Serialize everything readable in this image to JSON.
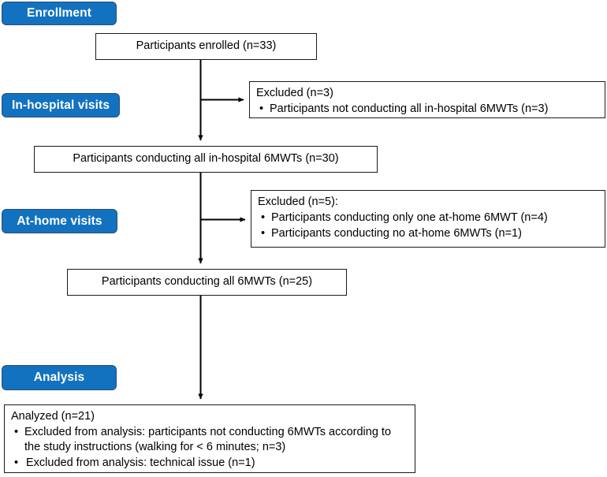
{
  "figure": {
    "type": "flowchart",
    "title": "Participant flow diagram",
    "accent_color": "#1272BF",
    "badge_border_color": "#2C4F78",
    "box_border_color": "#1a1a1a",
    "background_color": "#ffffff",
    "arrow_color": "#000000"
  },
  "stages": [
    {
      "label": "Enrollment"
    },
    {
      "label": "In-hospital visits"
    },
    {
      "label": "At-home visits"
    },
    {
      "label": "Analysis"
    }
  ],
  "main_flow": [
    {
      "text": "Participants enrolled (n=33)",
      "n": 33
    },
    {
      "text": "Participants conducting all in-hospital 6MWTs  (n=30)",
      "n": 30
    },
    {
      "text": "Participants conducting all 6MWTs (n=25)",
      "n": 25
    }
  ],
  "excluded_in_hospital": {
    "heading": "Excluded (n=3)",
    "n": 3,
    "items": [
      "Participants not conducting all in-hospital 6MWTs  (n=3)"
    ]
  },
  "excluded_at_home": {
    "heading": "Excluded (n=5):",
    "n": 5,
    "items": [
      "Participants conducting only one at-home 6MWT (n=4)",
      "Participants conducting no at-home 6MWTs (n=1)"
    ]
  },
  "analysis": {
    "heading": "Analyzed (n=21)",
    "n": 21,
    "items": [
      "Excluded from analysis: participants not conducting 6MWTs according to the study instructions (walking for < 6 minutes; n=3)",
      " Excluded from analysis: technical issue (n=1)"
    ]
  },
  "bullet": "•"
}
